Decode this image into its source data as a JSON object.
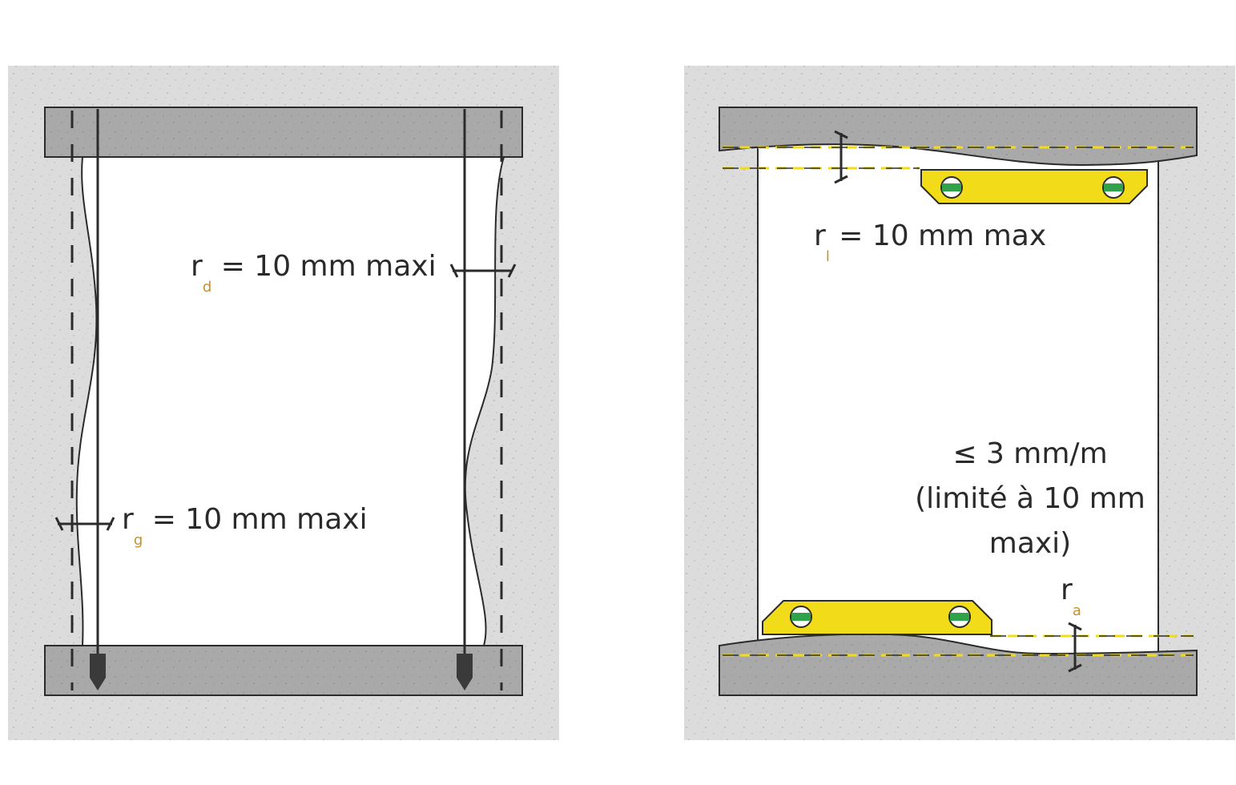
{
  "colors": {
    "background": "#ffffff",
    "wall": "#dcdcdc",
    "slab": "#a9a9a9",
    "outline": "#2b2b2b",
    "opening": "#ffffff",
    "level_bubble": "#f2dc1a",
    "level_vial": "#2fa24a",
    "subscript": "#c8902c"
  },
  "left_diagram": {
    "label_right": {
      "symbol": "r",
      "subscript": "d",
      "text": " = 10 mm maxi"
    },
    "label_left": {
      "symbol": "r",
      "subscript": "g",
      "text": " = 10 mm maxi"
    }
  },
  "right_diagram": {
    "label_top": {
      "symbol": "r",
      "subscript": "l",
      "text": " = 10 mm max"
    },
    "label_slope": {
      "line1": "≤ 3 mm/m",
      "line2": "(limité à 10 mm",
      "line3": "maxi)"
    },
    "label_bottom": {
      "symbol": "r",
      "subscript": "a"
    }
  },
  "icons": {
    "spirit_level": "spirit-level-icon",
    "plumb_bob": "plumb-bob-icon"
  }
}
